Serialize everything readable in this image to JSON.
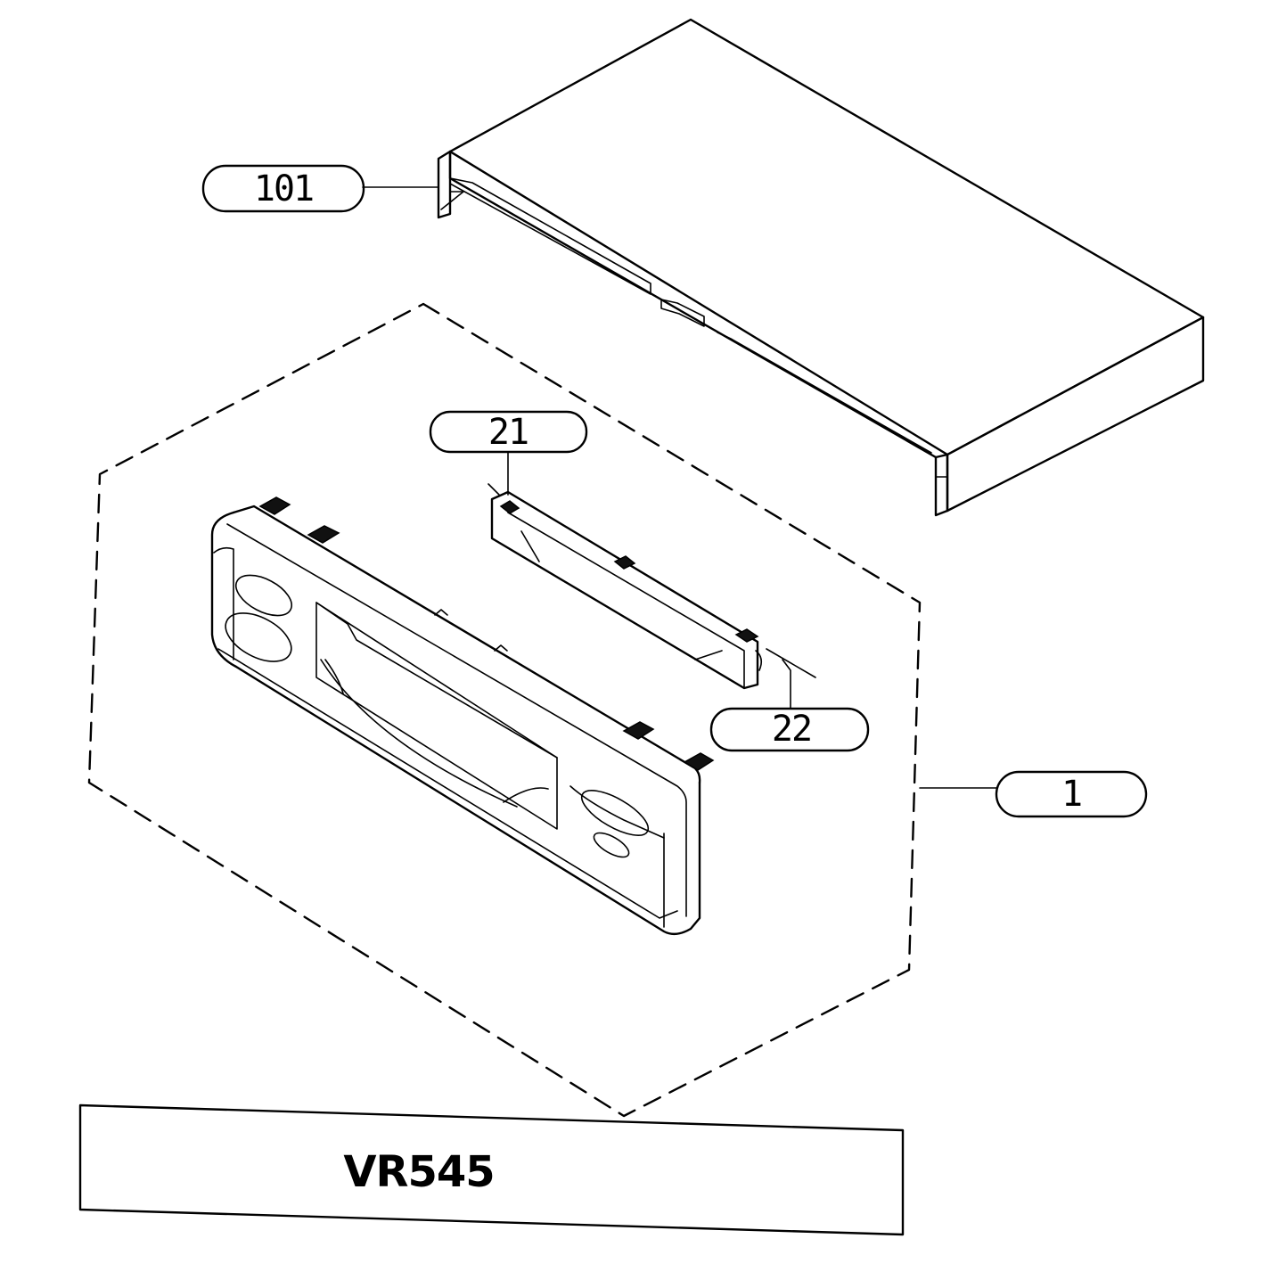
{
  "callouts": {
    "cover": "101",
    "door": "21",
    "spring": "22",
    "front_panel_assembly": "1"
  },
  "model_label": "VR545",
  "colors": {
    "line": "#000000",
    "background": "#ffffff"
  }
}
